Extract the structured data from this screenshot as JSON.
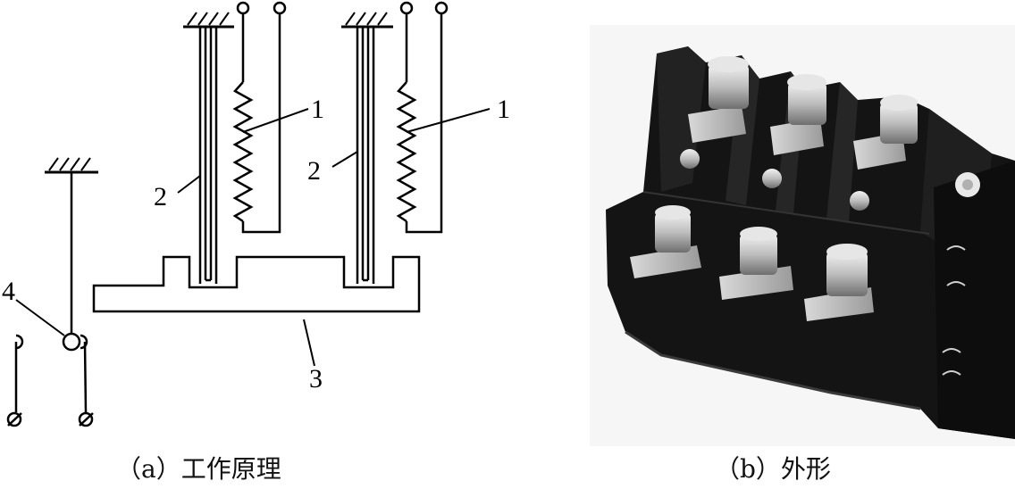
{
  "panel_a": {
    "labels": {
      "heater_left": "1",
      "heater_right": "1",
      "bimetal_left": "2",
      "bimetal_right": "2",
      "push_rod": "3",
      "contact_pivot": "4"
    },
    "caption": "（a）工作原理"
  },
  "panel_b": {
    "caption": "（b）外形"
  }
}
